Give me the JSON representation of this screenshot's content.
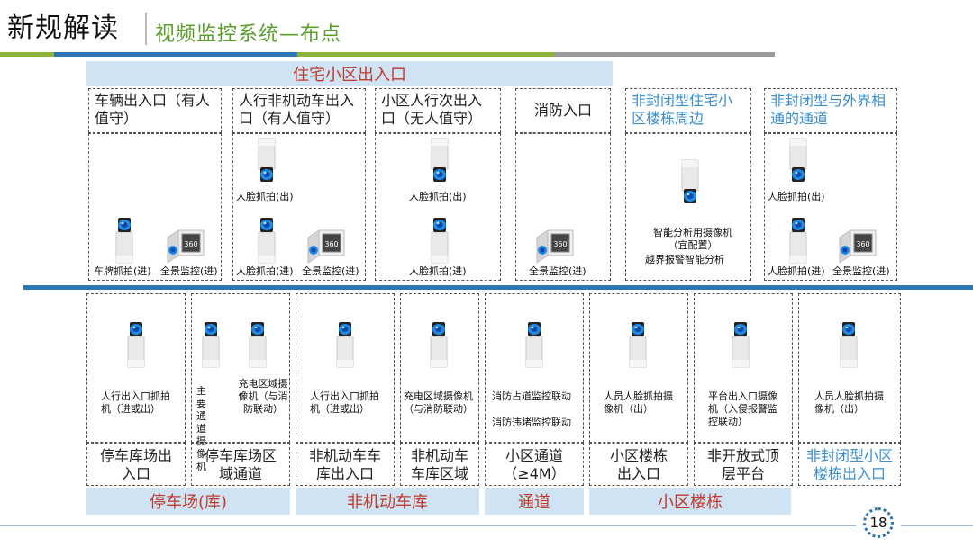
{
  "header": {
    "title": "新规解读",
    "subtitle": "视频监控系统—布点"
  },
  "colors": {
    "accent_green": "#8db33a",
    "accent_blue": "#2e75b6",
    "banner_bg": "#cfe3f3",
    "banner_text": "#c0392b",
    "header_blue": "#3b8fcf"
  },
  "top": {
    "banner": "住宅小区出入口",
    "headers": [
      "车辆出入口（有人值守）",
      "人行非机动车出入口（有人值守）",
      "小区人行次出入口（无人值守）",
      "消防入口",
      "非封闭型住宅小区楼栋周边",
      "非封闭型与外界相通的通道"
    ],
    "labels": {
      "car_plate": "车牌抓拍(进)",
      "panorama": "全景监控(进)",
      "face_out": "人脸抓拍(出)",
      "face_in": "人脸抓拍(进)",
      "smart_cam": "智能分析用摄像机（宜配置）",
      "smart_alarm": "越界报警智能分析"
    }
  },
  "bottom": {
    "labels": {
      "c1": "人行出入口抓拍机（进或出）",
      "c2a": "主要通道摄像机",
      "c2b": "充电区域摄像机（与消防联动）",
      "c3": "人行出入口抓拍机（进或出）",
      "c4": "充电区域摄像机（与消防联动）",
      "c5a": "消防占道监控联动",
      "c5b": "消防违堵监控联动",
      "c6": "人员人脸抓拍摄像机（出）",
      "c7": "平台出入口摄像机（入侵报警监控联动）",
      "c8": "人员人脸抓拍摄像机（出）"
    },
    "footers": [
      "停车库场出入口",
      "停车库场区域通道",
      "非机动车车库出入口",
      "非机动车车库区域",
      "小区通道（≥4M）",
      "小区楼栋出入口",
      "非开放式顶层平台",
      "非封闭型小区楼栋出入口"
    ],
    "banners": [
      "停车场(库)",
      "非机动车库",
      "通道",
      "小区楼栋"
    ]
  },
  "page_number": "18",
  "icons": {
    "bullet_camera": "bullet-camera-icon",
    "panoramic_camera": "panoramic-camera-icon",
    "badge_360": "360"
  }
}
